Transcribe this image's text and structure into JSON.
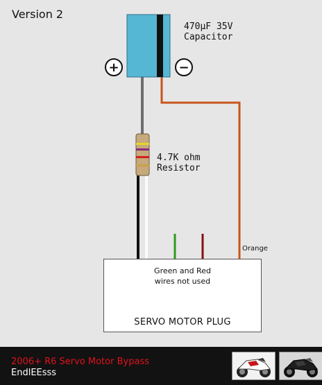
{
  "title": "Version 2",
  "capacitor": {
    "line1": "470µF 35V",
    "line2": "Capacitor",
    "plus_symbol": "+",
    "minus_symbol": "−"
  },
  "resistor": {
    "line1": "4.7K ohm",
    "line2": "Resistor"
  },
  "wire_label_orange": "Orange",
  "plug": {
    "note_line1": "Green and Red",
    "note_line2": "wires not used",
    "title": "SERVO MOTOR PLUG"
  },
  "footer": {
    "title": "2006+ R6 Servo Motor Bypass",
    "author": "EndlEEsss"
  },
  "colors": {
    "capacitor_body": "#56b7d4",
    "capacitor_stripe": "#111111",
    "orange_wire": "#c8541c",
    "gray_wire": "#6e6e6e",
    "green_wire": "#2e9a1b",
    "red_wire": "#8a0e0e",
    "resistor_body": "#c6a97c",
    "footer_title": "#e0121d",
    "background": "#e6e6e6"
  }
}
